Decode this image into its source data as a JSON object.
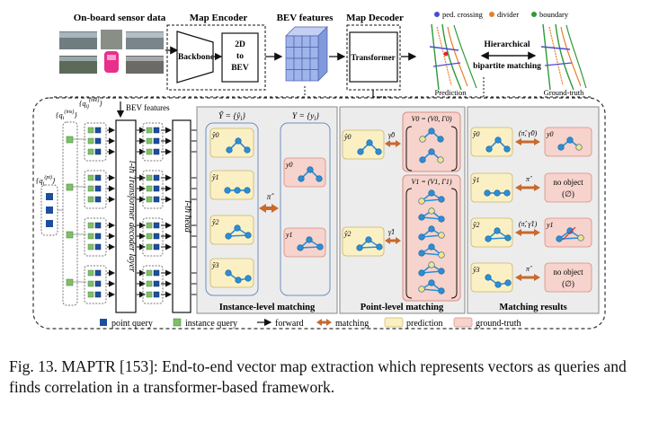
{
  "top": {
    "sensor_label": "On-board sensor data",
    "encoder_label": "Map Encoder",
    "backbone": "Backbone",
    "to_bev": [
      "2D",
      "to",
      "BEV"
    ],
    "bev_label": "BEV features",
    "decoder_label": "Map Decoder",
    "transformer": "Transformer",
    "legend_ped": "ped. crossing",
    "legend_divider": "divider",
    "legend_boundary": "boundary",
    "match_l1": "Hierarchical",
    "match_l2": "bipartite matching",
    "pred_label": "Prediction",
    "gt_label": "Ground-truth"
  },
  "bottom": {
    "q_ins": "{q",
    "q_ins_sup": "(ins)",
    "q_ins_sub": "i",
    "q_hie": "{q",
    "q_hie_sup": "(hie)",
    "q_hie_sub": "ij",
    "q_pt": "{q",
    "q_pt_sup": "(pt)",
    "q_pt_sub": "j",
    "bev_features": "BEV features",
    "decoder_layer": "l-th Transformer decoder layer",
    "head": "l-th head",
    "panel1_title": "Instance-level matching",
    "panel2_title": "Point-level matching",
    "panel3_title": "Matching results",
    "yhat_set": "Ŷ = {ŷ",
    "y_set": "Y = {y",
    "set_close": "}",
    "pred_labels": [
      "ŷ0",
      "ŷ1",
      "ŷ2",
      "ŷ3"
    ],
    "gt_labels": [
      "y0",
      "y1"
    ],
    "pi_hat": "π̂",
    "v0_set": "V0 = (V0, Γ0)",
    "v1_set": "V1 = (V1, Γ1)",
    "res_arrows": [
      "(π̂, γ̂0)",
      "π̂",
      "(π̂, γ̂1)",
      "π̂"
    ],
    "no_object": "no object",
    "empty_set": "(∅)"
  },
  "legend": {
    "point_query": "point query",
    "instance_query": "instance query",
    "forward": "forward",
    "matching": "matching",
    "prediction": "prediction",
    "ground_truth": "ground-truth"
  },
  "caption": "Fig. 13.  MAPTR [153]: End-to-end vector map extraction which represents vectors as queries and finds correlation in a transformer-based framework.",
  "colors": {
    "point_query": "#1d4f9c",
    "instance_query": "#7fbf6a",
    "pred_fill": "#fbf0c4",
    "gt_fill": "#f6d3cc",
    "gt_stroke": "#d98d82",
    "match_arrow": "#c8692e",
    "node_blue": "#2b8fd6",
    "node_yellow": "#f3e389",
    "panel_grey": "#ececec",
    "cube_blue": "#9fb4ea"
  }
}
